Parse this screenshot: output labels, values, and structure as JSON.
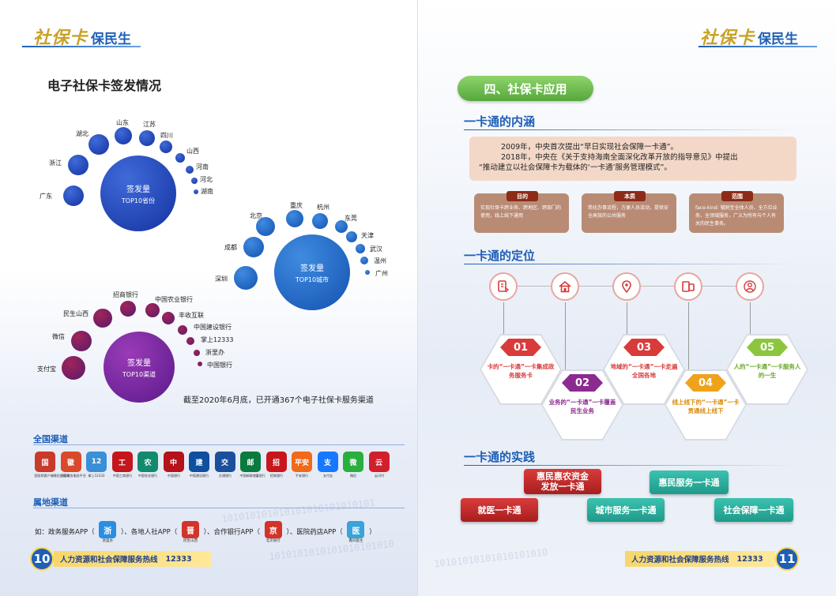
{
  "brand": {
    "script": "社保卡",
    "name": "保民生"
  },
  "left": {
    "title": "电子社保卡签发情况",
    "province": {
      "center": [
        "签发量",
        "TOP10省份"
      ],
      "labels": [
        "广东",
        "浙江",
        "湖北",
        "山东",
        "江苏",
        "四川",
        "山西",
        "河南",
        "河北",
        "湖南"
      ]
    },
    "city": {
      "center": [
        "签发量",
        "TOP10城市"
      ],
      "labels": [
        "深圳",
        "成都",
        "北京",
        "重庆",
        "杭州",
        "东莞",
        "天津",
        "武汉",
        "温州",
        "广州"
      ]
    },
    "channel": {
      "center": [
        "签发量",
        "TOP10渠道"
      ],
      "labels": [
        "支付宝",
        "微信",
        "民生山西",
        "招商银行",
        "中国农业银行",
        "丰收互联",
        "中国建设银行",
        "掌上12333",
        "浙里办",
        "中国银行"
      ]
    },
    "note": "截至2020年6月底，已开通367个电子社保卡服务渠道",
    "national": {
      "heading": "全国渠道",
      "apps": [
        {
          "cap": "国务院客户端微信小程序",
          "color": "#c93a2b",
          "glyph": "国"
        },
        {
          "cap": "国家政务服务平台",
          "color": "#d94a2a",
          "glyph": "徽"
        },
        {
          "cap": "掌上12333",
          "color": "#3a8fd6",
          "glyph": "12"
        },
        {
          "cap": "中国工商银行",
          "color": "#c4161c",
          "glyph": "工"
        },
        {
          "cap": "中国农业银行",
          "color": "#138a6d",
          "glyph": "农"
        },
        {
          "cap": "中国银行",
          "color": "#b5121b",
          "glyph": "中"
        },
        {
          "cap": "中国建设银行",
          "color": "#0f4fa0",
          "glyph": "建"
        },
        {
          "cap": "交通银行",
          "color": "#1a4f9c",
          "glyph": "交"
        },
        {
          "cap": "中国邮政储蓄银行",
          "color": "#0b7a3e",
          "glyph": "邮"
        },
        {
          "cap": "招商银行",
          "color": "#c8161d",
          "glyph": "招"
        },
        {
          "cap": "平安银行",
          "color": "#f06a1a",
          "glyph": "平安"
        },
        {
          "cap": "支付宝",
          "color": "#1677ff",
          "glyph": "支"
        },
        {
          "cap": "微信",
          "color": "#2aae3e",
          "glyph": "微"
        },
        {
          "cap": "云闪付",
          "color": "#d21f2c",
          "glyph": "云"
        }
      ]
    },
    "local": {
      "heading": "属地渠道",
      "prefix": "如：政务服务APP（",
      "p1": "）、各地人社APP（",
      "p2": "）、合作银行APP（",
      "p3": "）、医院药店APP（",
      "p4": "）",
      "app1": {
        "cap": "浙里办",
        "color": "#2a8fe0",
        "glyph": "浙"
      },
      "app2": {
        "cap": "民生山西",
        "color": "#d2342a",
        "glyph": "晋"
      },
      "app3": {
        "cap": "北京银行",
        "color": "#d2342a",
        "glyph": "京"
      },
      "app4": {
        "cap": "鑫同医生",
        "color": "#3aa3d9",
        "glyph": "医"
      }
    },
    "footer": {
      "page": "10",
      "text": "人力资源和社会保障服务热线",
      "hotline": "12333"
    }
  },
  "right": {
    "banner": "四、社保卡应用",
    "h1": "一卡通的内涵",
    "intro": [
      "2009年，中央首次提出“早日实现社会保障一卡通”。",
      "2018年，中央在《关于支持海南全面深化改革开放的指导意见》中提出",
      "“推动建立以社会保障卡为载体的‘一卡通’服务管理模式”。"
    ],
    "cards": [
      {
        "tag": "目的",
        "text": "实现社保卡跨业务、跨地区、跨部门的使用，线上线下通用"
      },
      {
        "tag": "本质",
        "text": "简化办事流程，方便人员流动，提供安全高效的公共服务"
      },
      {
        "tag": "范围",
        "text": "face-kind: 辐射至全体人员、全方位业务、全领域服务，广义为所有与个人有关的民生事务。"
      }
    ],
    "h2": "一卡通的定位",
    "positions": [
      {
        "num": "01",
        "text": "卡的“一卡通”一卡集成政务服务卡",
        "color": "#d93b3b"
      },
      {
        "num": "02",
        "text": "业务的“一卡通”一卡覆盖民生业务",
        "color": "#8b2a8f"
      },
      {
        "num": "03",
        "text": "地域的“一卡通”一卡走遍全国各地",
        "color": "#d93b3b"
      },
      {
        "num": "04",
        "text": "线上线下的“一卡通”一卡贯通线上线下",
        "color": "#f0a21a"
      },
      {
        "num": "05",
        "text": "人的“一卡通”一卡服务人的一生",
        "color": "#8cc63f"
      }
    ],
    "h3": "一卡通的实践",
    "practice": [
      "惠民惠农资金发放一卡通",
      "惠民服务一卡通",
      "就医一卡通",
      "城市服务一卡通",
      "社会保障一卡通"
    ],
    "footer": {
      "page": "11",
      "text": "人力资源和社会保障服务热线",
      "hotline": "12333"
    }
  }
}
